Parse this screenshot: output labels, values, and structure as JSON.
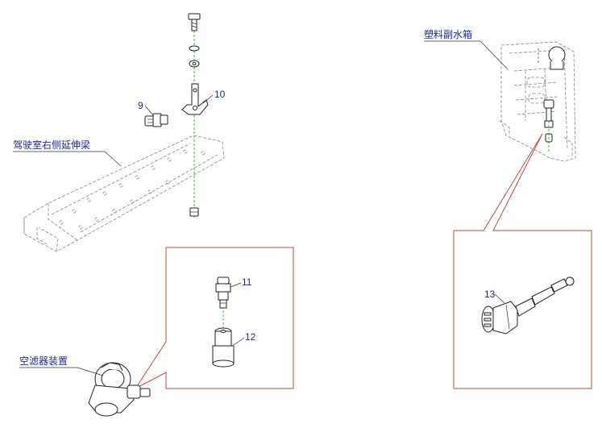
{
  "labels": {
    "extension_beam": "驾驶室右侧延伸梁",
    "plastic_tank": "塑料副水箱",
    "air_filter": "空滤器装置"
  },
  "callouts": {
    "n9": "9",
    "n10": "10",
    "n11": "11",
    "n12": "12",
    "n13": "13"
  },
  "colors": {
    "callout_text": "#1a2a9a",
    "detail_frame": "#c04a4a",
    "assembly_axis": "#2ea82e"
  }
}
